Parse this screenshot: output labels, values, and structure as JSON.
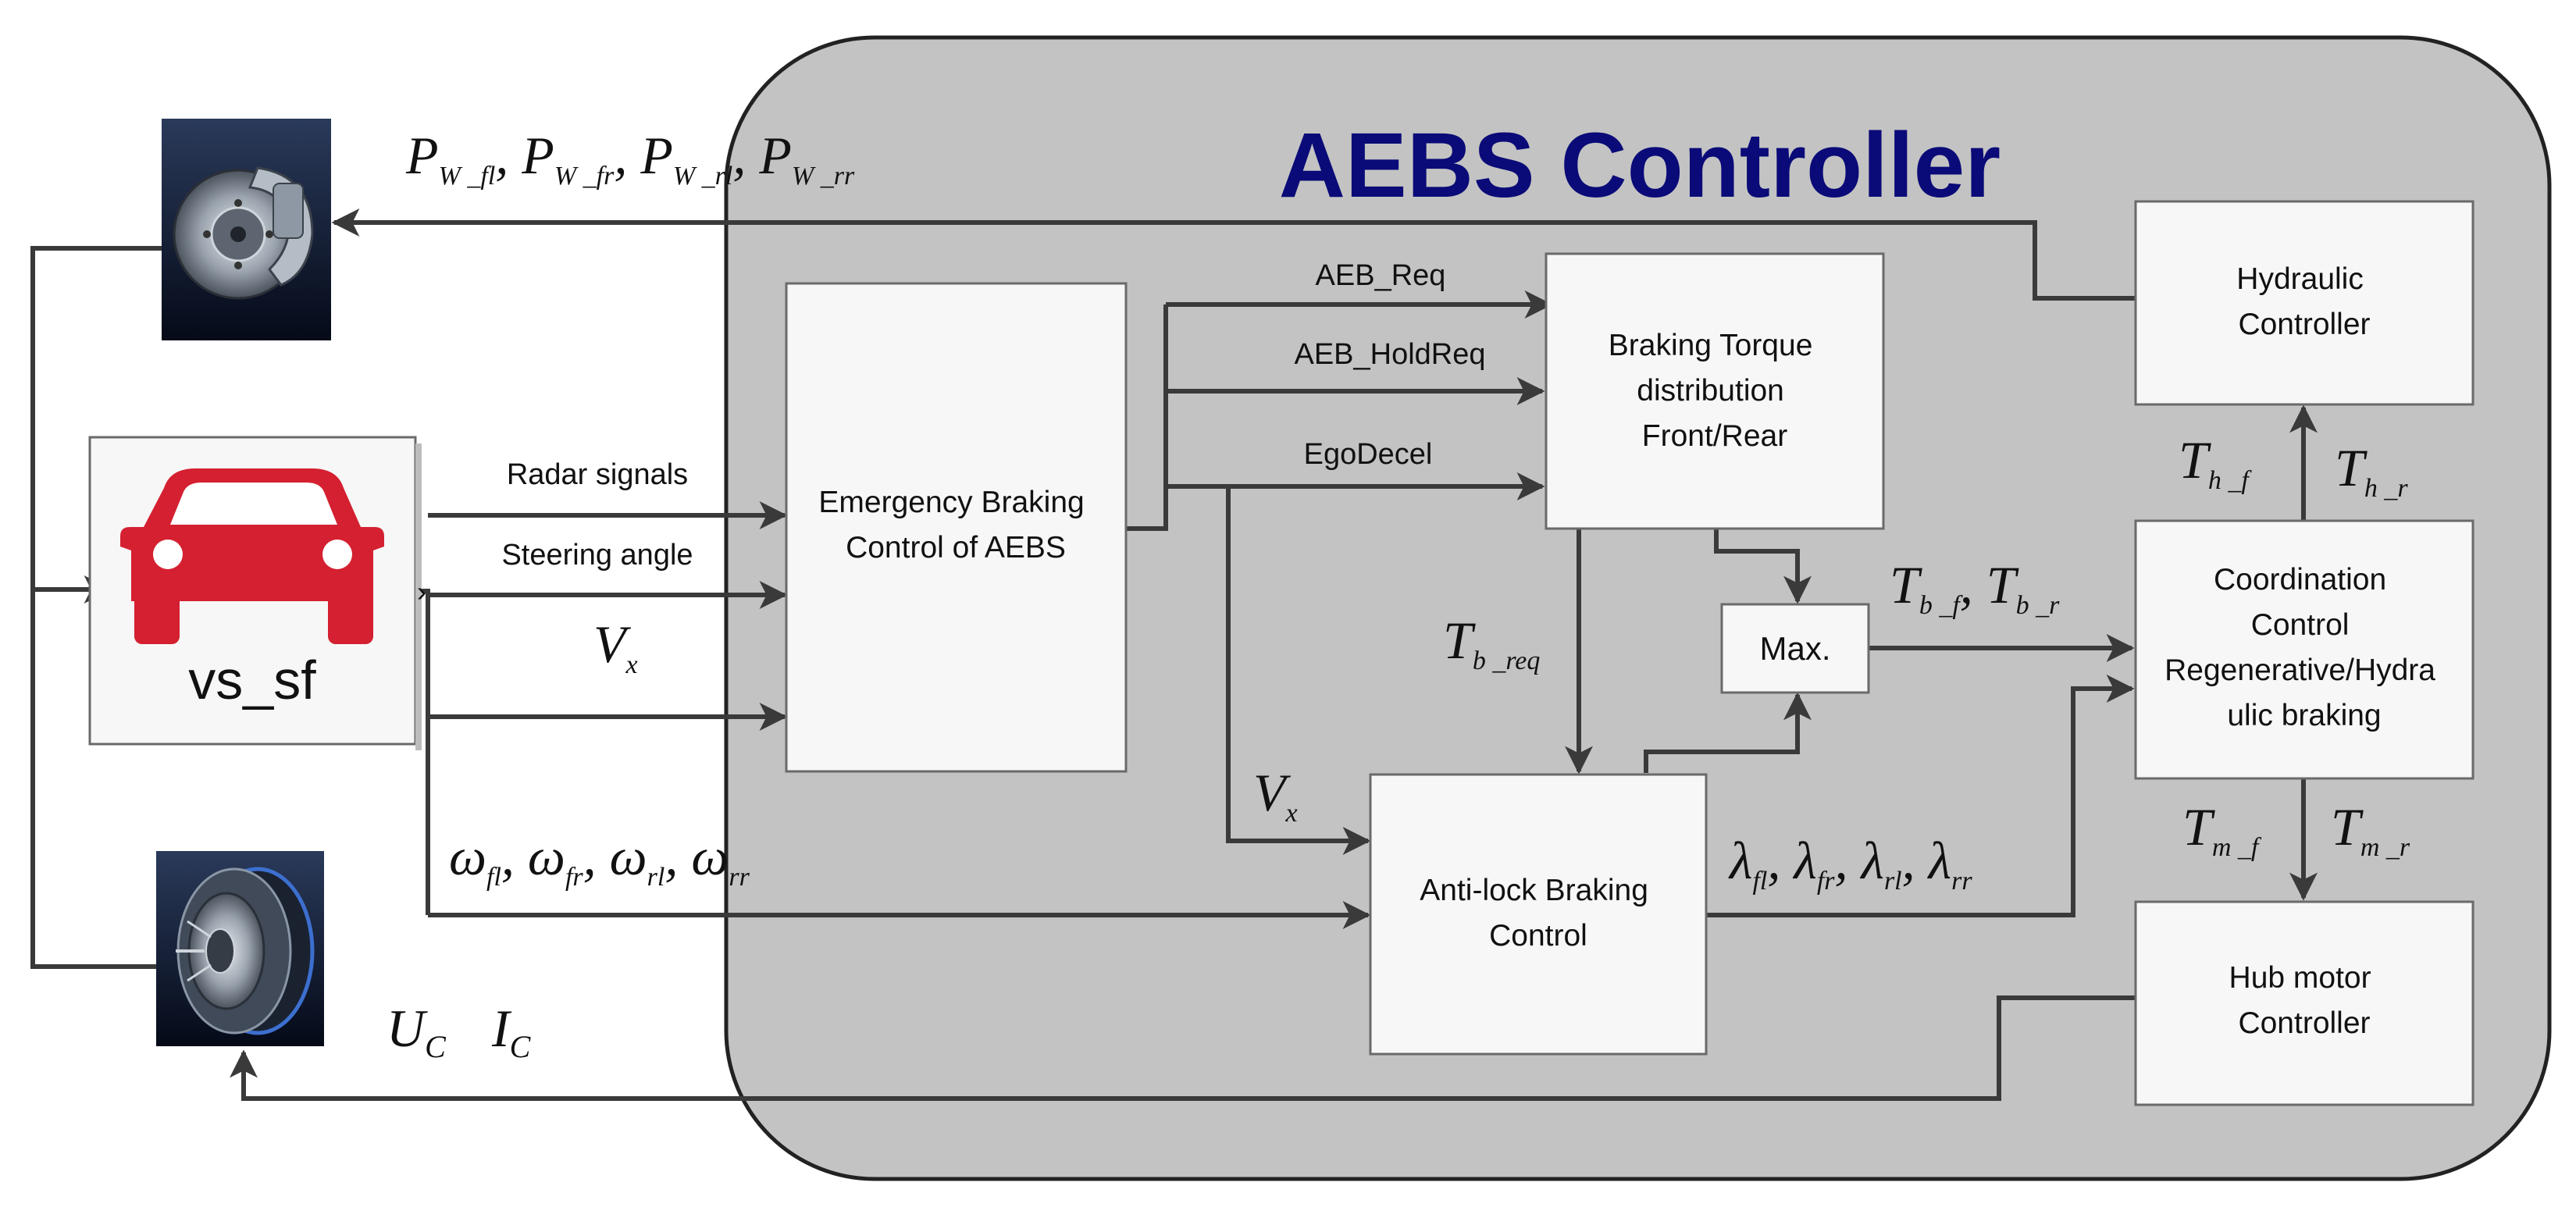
{
  "title": "AEBS Controller",
  "colors": {
    "controller_fill": "#c3c3c3",
    "title": "#0a0a78",
    "car": "#d42030",
    "box": "#f7f7f7",
    "wire": "#3a3a3a"
  },
  "blocks": {
    "vehicle": "vs_sf",
    "emergency": [
      "Emergency Braking",
      "Control of AEBS"
    ],
    "torque_dist": [
      "Braking Torque",
      "distribution",
      "Front/Rear"
    ],
    "max": "Max.",
    "abs": [
      "Anti-lock Braking",
      "Control"
    ],
    "hydraulic": [
      "Hydraulic",
      "Controller"
    ],
    "coordination": [
      "Coordination",
      "Control",
      "Regenerative/Hydra",
      "ulic braking"
    ],
    "hub_motor": [
      "Hub motor",
      "Controller"
    ]
  },
  "signals": {
    "radar": "Radar signals",
    "steering": "Steering angle",
    "vx": "V",
    "vx_sub": "x",
    "aeb_req": "AEB_Req",
    "aeb_holdreq": "AEB_HoldReq",
    "egodecel": "EgoDecel",
    "pw": [
      "P",
      "W _fl",
      ", P",
      "W _fr",
      ", P",
      "W _rl",
      ", P",
      "W _rr"
    ],
    "omega": [
      "ω",
      "fl",
      ", ω",
      "fr",
      ", ω",
      "rl",
      ", ω",
      "rr"
    ],
    "lambda": [
      "λ",
      "fl",
      ", λ",
      "fr",
      ", λ",
      "rl",
      ", λ",
      "rr"
    ],
    "tb_req": [
      "T",
      "b _req"
    ],
    "tb": [
      "T",
      "b _f",
      ",  T",
      "b _r"
    ],
    "th_f": [
      "T",
      "h _f"
    ],
    "th_r": [
      "T",
      "h _r"
    ],
    "tm_f": [
      "T",
      "m _f"
    ],
    "tm_r": [
      "T",
      "m _r"
    ],
    "uc": [
      "U",
      "C"
    ],
    "ic": [
      "I",
      "C"
    ]
  },
  "icons": [
    "brake-disc-icon",
    "car-icon",
    "hub-motor-icon"
  ]
}
